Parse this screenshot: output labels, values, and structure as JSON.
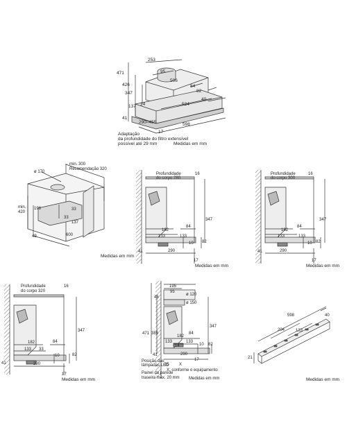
{
  "top": {
    "dims": {
      "d253": "253",
      "d95": "95",
      "d506": "506",
      "d471": "471",
      "d426": "426",
      "d347": "347",
      "d84": "84",
      "d82": "82",
      "d40": "40",
      "d524": "524",
      "d137": "137",
      "d14": "14",
      "d41": "41",
      "d290_455": "290–455",
      "d17": "17",
      "d598": "598"
    },
    "note_lines": [
      "Adaptação",
      "da profundidade do filtro extensível",
      "possível até 29 mm"
    ],
    "units": "Medidas em mm"
  },
  "p1": {
    "diam": "ø 170",
    "min300": "min. 300",
    "rec320": "Recomendação 320",
    "min": "min.",
    "min420": "420",
    "d198": "198",
    "d33": "33",
    "d137": "137",
    "d49": "49",
    "d600": "600",
    "units": "Medidas em mm"
  },
  "p2": {
    "depth_label": "Profundidade",
    "depth_val": "do corpo 280",
    "d16": "16",
    "d347": "347",
    "d182": "182",
    "d84": "84",
    "d133a": "133",
    "d133b": "133",
    "d82": "82",
    "d10": "10",
    "d41": "41",
    "d290": "290",
    "d17": "17",
    "units": "Medidas em mm"
  },
  "p3": {
    "depth_label": "Profundidade",
    "depth_val": "do corpo 300",
    "d16": "16",
    "d347": "347",
    "d182": "182",
    "d84": "84",
    "d133a": "133",
    "d133b": "133",
    "d82": "82",
    "d10": "10",
    "d41": "41",
    "d290": "290",
    "d17": "17",
    "units": "Medidas em mm"
  },
  "p4": {
    "depth_label": "Profundidade",
    "depth_val": "do corpo 320",
    "d16": "16",
    "d347": "347",
    "d182": "182",
    "d84": "84",
    "d133a": "133",
    "d133b": "33",
    "d82": "82",
    "d10": "10",
    "d41": "41",
    "d290": "290",
    "d17": "17",
    "units": "Medidas em mm"
  },
  "p5": {
    "d195": "195",
    "d95": "95",
    "d45": "45",
    "d120": "ø 120",
    "d150": "ø 150",
    "d471": "471",
    "d385": "385",
    "d347": "347",
    "d182": "182",
    "d84": "84",
    "d133a": "133",
    "d14": "14",
    "d133b": "133",
    "d10": "10",
    "d82": "82",
    "d41": "41",
    "d290": "290",
    "d35": "35",
    "dX": "X",
    "d17": "17",
    "led_label": [
      "Posição das",
      "lâmpadas LED"
    ],
    "x_note": "X: conforme o equipamento",
    "panel_note": [
      "Painel da parede",
      "traseira máx. 20 mm"
    ],
    "units": "Medidas em mm"
  },
  "p6": {
    "d598": "598",
    "d204": "204",
    "d133": "133",
    "d40": "40",
    "d21": "21",
    "units": "Medidas em mm"
  }
}
